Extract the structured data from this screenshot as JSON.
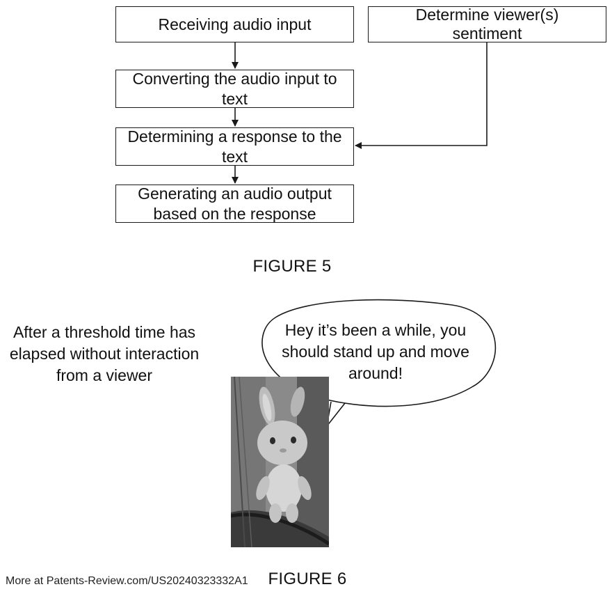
{
  "figure5": {
    "caption": "FIGURE 5",
    "steps": [
      "Receiving audio input",
      "Converting the audio input to text",
      "Determining a response to the text",
      "Generating an audio output based on the response"
    ],
    "side_input": "Determine viewer(s) sentiment"
  },
  "figure6": {
    "caption": "FIGURE 6",
    "trigger_text": "After a threshold time has elapsed without interaction from a viewer",
    "speech_bubble": "Hey it’s been a while, you should stand up and move around!",
    "character": "bunny-figure"
  },
  "footer": {
    "source": "More at Patents-Review.com/US20240323332A1"
  },
  "colors": {
    "line": "#1a1a1a",
    "background": "#ffffff"
  }
}
